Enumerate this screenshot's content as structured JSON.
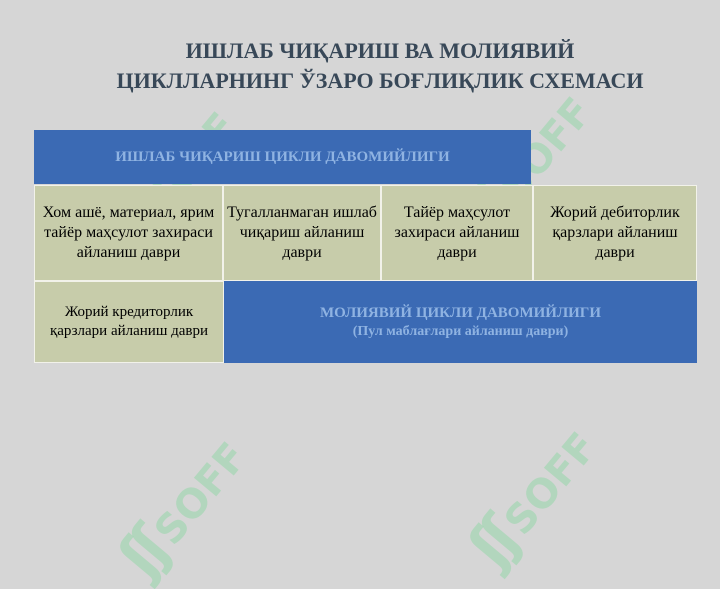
{
  "title": {
    "line1": "ИШЛАБ ЧИҚАРИШ ВА МОЛИЯВИЙ",
    "line2": "ЦИКЛЛАРНИНГ ЎЗАРО БОҒЛИҚЛИК СХЕМАСИ"
  },
  "production_cycle": {
    "header": "ИШЛАБ ЧИҚАРИШ ЦИКЛИ ДАВОМИЙЛИГИ",
    "cells": [
      "Хом ашё, материал, ярим тайёр маҳсулот захираси айланиш даври",
      "Тугалланмаган ишлаб чиқариш айланиш даври",
      "Тайёр маҳсулот захираси айланиш даври",
      "Жорий дебиторлик қарзлари айланиш даври"
    ]
  },
  "payables_cell": "Жорий кредиторлик қарзлари айланиш даври",
  "financial_cycle": {
    "header": "МОЛИЯВИЙ ЦИКЛИ ДАВОМИЙЛИГИ",
    "subheader": "(Пул маблағлари айланиш даври)"
  },
  "watermark": {
    "text": "SOFF",
    "icon": "soff-logo-icon"
  },
  "colors": {
    "background": "#d6d6d6",
    "title": "#384858",
    "olive_cell": "#c7ccaa",
    "blue_block": "#3b6ab4",
    "blue_text": "#8fb3e2",
    "watermark": "#96d7aa"
  }
}
